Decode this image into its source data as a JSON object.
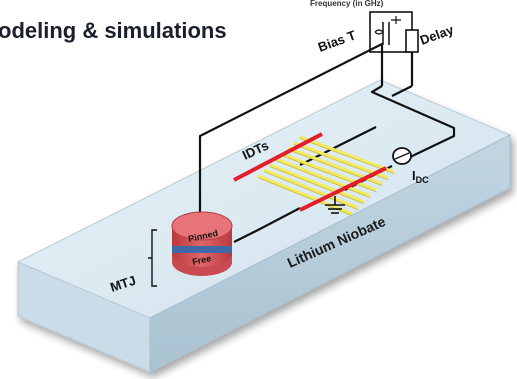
{
  "header": {
    "title": "odeling & simulations",
    "freq_label": "Frequency (in GHz)"
  },
  "labels": {
    "bias_t": "Bias T",
    "delay": "Delay",
    "idts": "IDTs",
    "idc_main": "I",
    "idc_sub": "DC",
    "mtj": "MTJ",
    "pinned": "Pinned",
    "free": "Free",
    "substrate": "Lithium Niobate"
  },
  "colors": {
    "substrate_top": "#dbe9f2",
    "substrate_front": "#b9cfdc",
    "substrate_side": "#c9dce8",
    "electrode_red": "#e31d2b",
    "finger_yellow": "#f2ea60",
    "mtj_red": "#d9555a",
    "mtj_blue": "#3e6aa6",
    "wire": "#111111"
  }
}
